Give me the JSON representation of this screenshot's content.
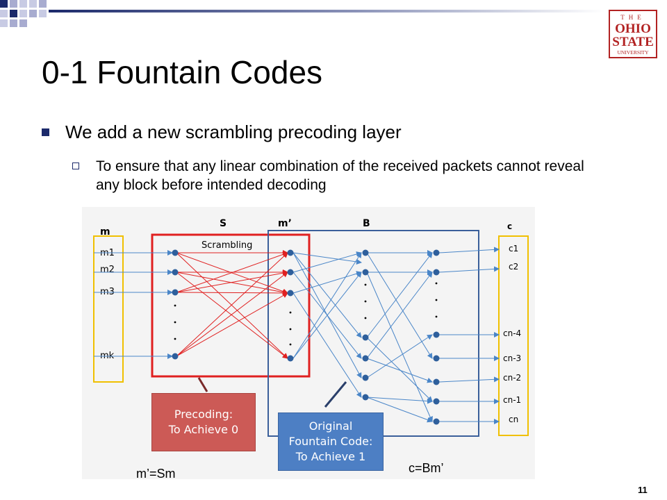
{
  "slide": {
    "title": "0-1 Fountain Codes",
    "bullet_1": "We add a new scrambling precoding layer",
    "bullet_2": "To ensure that any linear combination of the received packets cannot reveal any block before intended decoding",
    "page_number": "11"
  },
  "logo": {
    "line_1": "THE",
    "line_2": "OHIO",
    "line_3": "STATE",
    "line_4": "UNIVERSITY",
    "color": "#b22222"
  },
  "figure": {
    "label_S": "S",
    "label_m_prime": "m’",
    "label_B": "B",
    "label_m": "m",
    "label_c": "c",
    "scrambling": "Scrambling",
    "inputs": [
      "m1",
      "m2",
      "m3",
      "mk"
    ],
    "outputs": [
      "c1",
      "c2",
      "cn-4",
      "cn-3",
      "cn-2",
      "cn-1",
      "cn"
    ],
    "red_arrow_color": "#e02020",
    "blue_arrow_color": "#4a86c8"
  },
  "callouts": {
    "precoding_line_1": "Precoding:",
    "precoding_line_2": "To Achieve 0",
    "fountain_line_1": "Original",
    "fountain_line_2": "Fountain Code:",
    "fountain_line_3": "To Achieve 1"
  },
  "equations": {
    "left": "m’=Sm",
    "right": "c=Bm’"
  }
}
